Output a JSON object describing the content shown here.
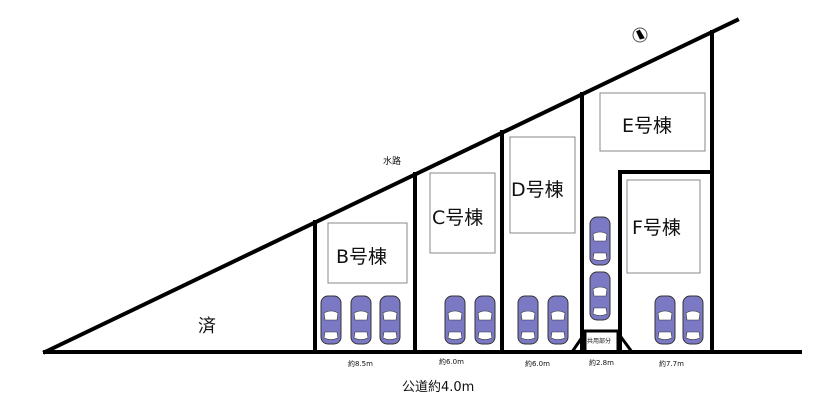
{
  "waterway_label": "水路",
  "sold_label": "済",
  "common_area_label": "共用部分",
  "road_label": "公道約4.0m",
  "buildings": [
    {
      "id": "B",
      "label": "B号棟"
    },
    {
      "id": "C",
      "label": "C号棟"
    },
    {
      "id": "D",
      "label": "D号棟"
    },
    {
      "id": "E",
      "label": "E号棟"
    },
    {
      "id": "F",
      "label": "F号棟"
    }
  ],
  "frontages": [
    "約8.5m",
    "約6.0m",
    "約6.0m",
    "約2.8m",
    "約7.7m"
  ],
  "colors": {
    "car": "#7b78c4",
    "line": "#000000"
  },
  "icons": {
    "north": "compass-icon",
    "car": "car-icon"
  }
}
